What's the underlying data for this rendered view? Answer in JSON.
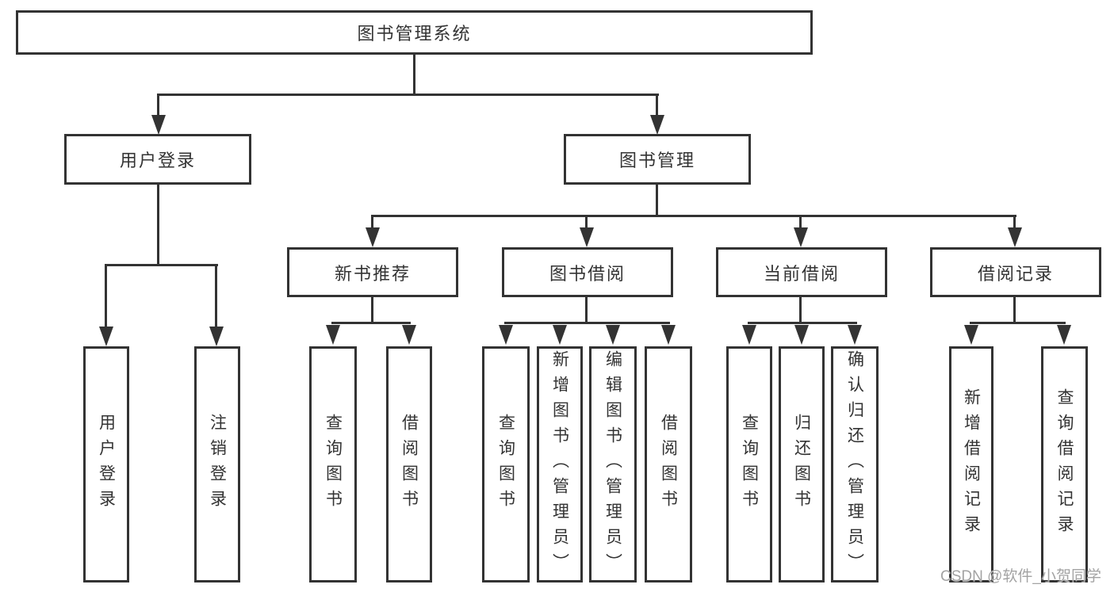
{
  "tree": {
    "root": {
      "label": "图书管理系统",
      "children": [
        {
          "label": "用户登录",
          "children": [
            {
              "label": "用户登录"
            },
            {
              "label": "注销登录"
            }
          ]
        },
        {
          "label": "图书管理",
          "children": [
            {
              "label": "新书推荐",
              "children": [
                {
                  "label": "查询图书"
                },
                {
                  "label": "借阅图书"
                }
              ]
            },
            {
              "label": "图书借阅",
              "children": [
                {
                  "label": "查询图书"
                },
                {
                  "label": "新增图书（管理员）"
                },
                {
                  "label": "编辑图书（管理员）"
                },
                {
                  "label": "借阅图书"
                }
              ]
            },
            {
              "label": "当前借阅",
              "children": [
                {
                  "label": "查询图书"
                },
                {
                  "label": "归还图书"
                },
                {
                  "label": "确认归还（管理员）"
                }
              ]
            },
            {
              "label": "借阅记录",
              "children": [
                {
                  "label": "新增借阅记录"
                },
                {
                  "label": "查询借阅记录"
                }
              ]
            }
          ]
        }
      ]
    }
  },
  "watermark": {
    "text": "CSDN @软件_小贺同学"
  },
  "colors": {
    "line": "#333333",
    "border": "#333333",
    "text": "#333333",
    "watermark": "#a3a3a3",
    "background": "#ffffff"
  }
}
